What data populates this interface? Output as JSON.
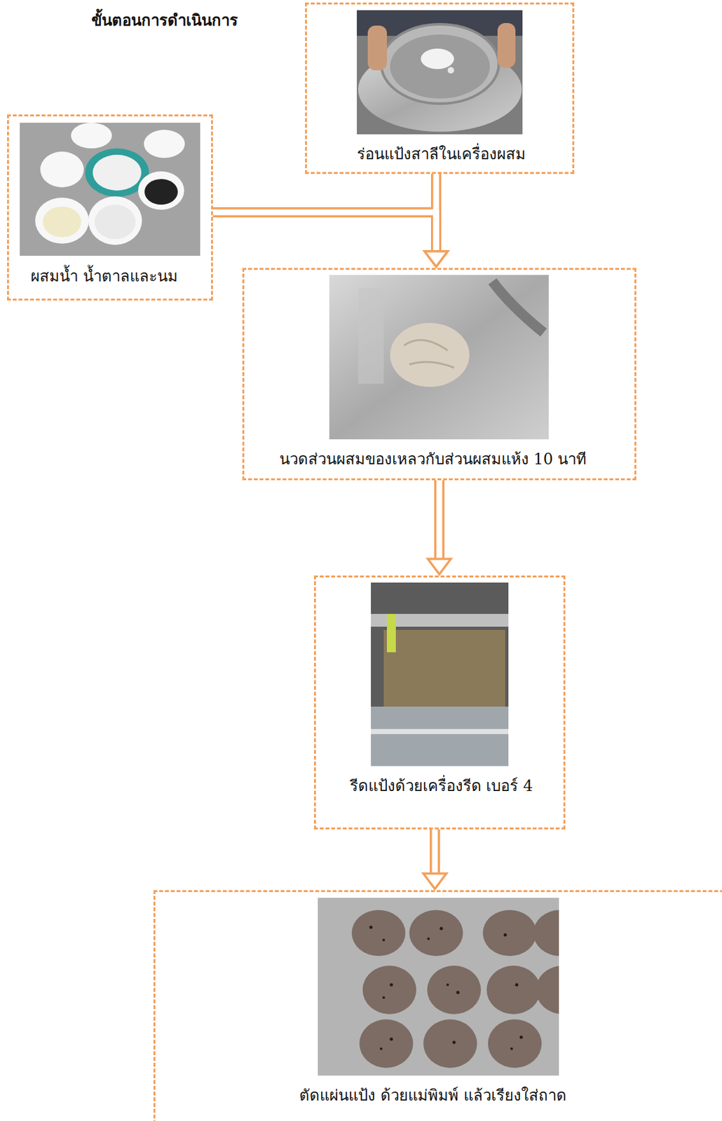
{
  "diagram": {
    "title": "ขั้นตอนการดำเนินการ",
    "nodes": [
      {
        "text": [
          "ร่อนแป้งสาลีในเครื่องผสม"
        ]
      },
      {
        "text": [
          "ผสมน้ำ น้ำตาลและนม"
        ]
      },
      {
        "text": [
          "นวดส่วนผสมของเหลวกับส่วนผสมแห้ง 10 นาที"
        ]
      },
      {
        "text": [
          "รีดแป้งด้วยเครื่องรีด เบอร์ 4"
        ]
      },
      {
        "text": [
          "ตัดแผ่นแป้ง ด้วยแม่พิมพ์ แล้วเรียงใส่ถาด"
        ]
      }
    ],
    "edges": [
      {
        "from": 0,
        "to": 2,
        "arrow": "to"
      },
      {
        "from": 1,
        "to": 2,
        "arrow": "to"
      },
      {
        "from": 2,
        "to": 3,
        "arrow": "to"
      },
      {
        "from": 3,
        "to": 4,
        "arrow": "to"
      }
    ]
  }
}
